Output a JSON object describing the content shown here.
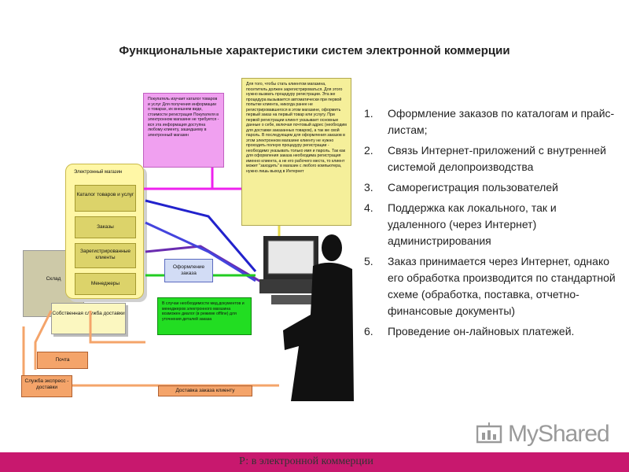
{
  "title": "Функциональные характеристики систем электронной коммерции",
  "diagram": {
    "pink_note": "Покупатель изучает каталог товаров и услуг Для получения информации о товарах, их внешнем виде, стоимости регистрация Покупателя в электронном магазине не требуется - вся эта информация доступна любому клиенту, зашедшему в электронный магазин",
    "yellow_note": "Для того, чтобы стать клиентом магазина, посетитель должен зарегистрироваться. Для этого нужно вызвать процедуру регистрации. Эта же процедура вызывается автоматически при первой попытке клиента, никогда ранее не регистрировавшегося в этом магазине, оформить первый заказ на первый товар или услугу. При первой регистрации клиент указывает основные данные о себе, включая почтовый адрес (необходим для доставки заказанных товаров), а так же свой пароль. В последующем для оформления заказов в этом электронном магазине клиенту не нужно проходить полную процедуру регистрации - необходимо указывать только имя и пароль. Так как для оформления заказа необходима регистрация именно клиента, а не его рабочего места, то клиент может \"заходить\" в магазин с любого компьютера, нужно лишь выход в Интернет",
    "store_title": "Электронный магазин",
    "store_items": [
      "Каталог товаров и услуг",
      "Заказы",
      "Зарегистрированные клиенты",
      "Менеджеры"
    ],
    "order_box": "Оформление заказа",
    "green_note": "В случае необходимости мед.документов и менеджеров электронного магазина возможен диалог (в режиме offline) для уточнения деталей заказа",
    "warehouse": "Склад",
    "own_delivery": "Собственная служба доставки",
    "post": "Почта",
    "express": "Служба экспресс - доставки",
    "delivery_bar": "Доставка заказа клиенту"
  },
  "list_items": [
    {
      "num": "1.",
      "text": "Оформление заказов по каталогам и прайс-листам;"
    },
    {
      "num": "2.",
      "text": "Связь Интернет-приложений с внутренней системой делопроизводства"
    },
    {
      "num": "3.",
      "text": "Саморегистрация пользователей"
    },
    {
      "num": "4.",
      "text": "Поддержка как локального, так и удаленного (через Интернет) администрирования"
    },
    {
      "num": "5.",
      "text": "Заказ принимается через Интернет, однако его обработка производится по стандартной схеме (обработка, поставка, отчетно-финансовые документы)"
    },
    {
      "num": "6.",
      "text": "Проведение он-лайновых платежей."
    }
  ],
  "logo": {
    "text": "MyShared"
  },
  "footer": {
    "text": "Р: в электронной коммерции"
  },
  "colors": {
    "footer": "#c8186e",
    "pink": "#f0a0f0",
    "yellow": "#f5ef9a",
    "green": "#22dd22",
    "orange": "#f4a46a"
  }
}
